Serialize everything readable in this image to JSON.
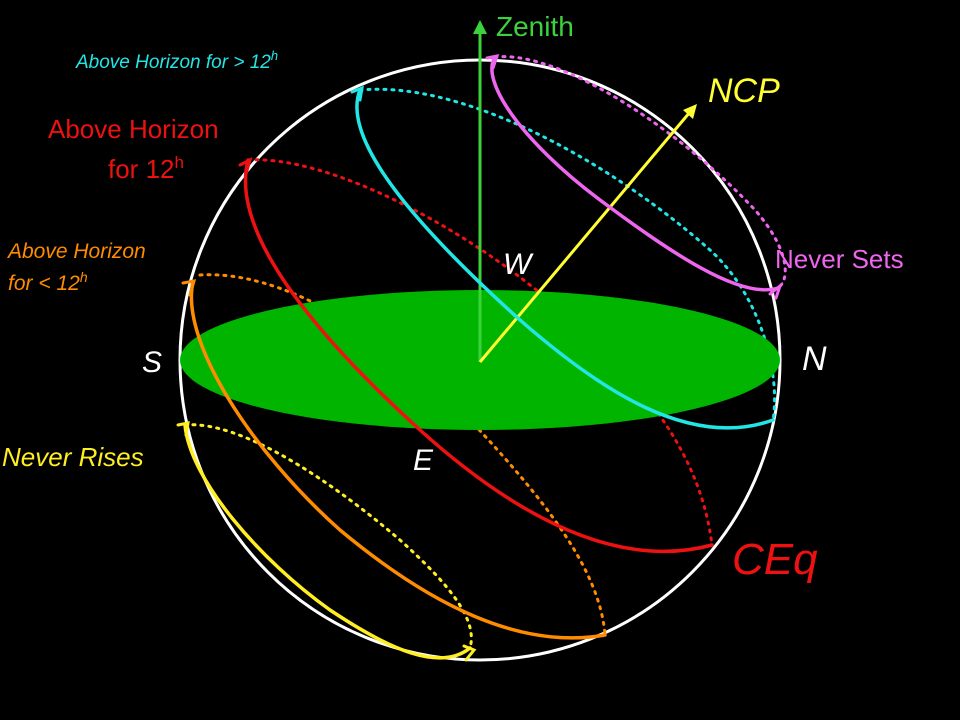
{
  "labels": {
    "zenith": "Zenith",
    "ncp": "NCP",
    "west": "W",
    "south": "S",
    "north": "N",
    "east": "E",
    "ceq": "CEq",
    "never_sets": "Never Sets",
    "never_rises": "Never Rises",
    "above_gt": "Above Horizon for > 12",
    "above_12_line1": "Above Horizon",
    "above_12_line2": "for 12",
    "above_lt_line1": "Above Horizon",
    "above_lt_line2": "for < 12",
    "hour_sup": "h"
  },
  "colors": {
    "background": "#000000",
    "sphere": "#ffffff",
    "horizon": "#00b400",
    "zenith": "#3cd23c",
    "ncp": "#ffff33",
    "never_sets": "#ee66ee",
    "above_gt": "#22e6e6",
    "celestial_equator": "#ee1111",
    "above_lt": "#ff8c00",
    "never_rises": "#ffee22",
    "compass": "#ffffff"
  }
}
